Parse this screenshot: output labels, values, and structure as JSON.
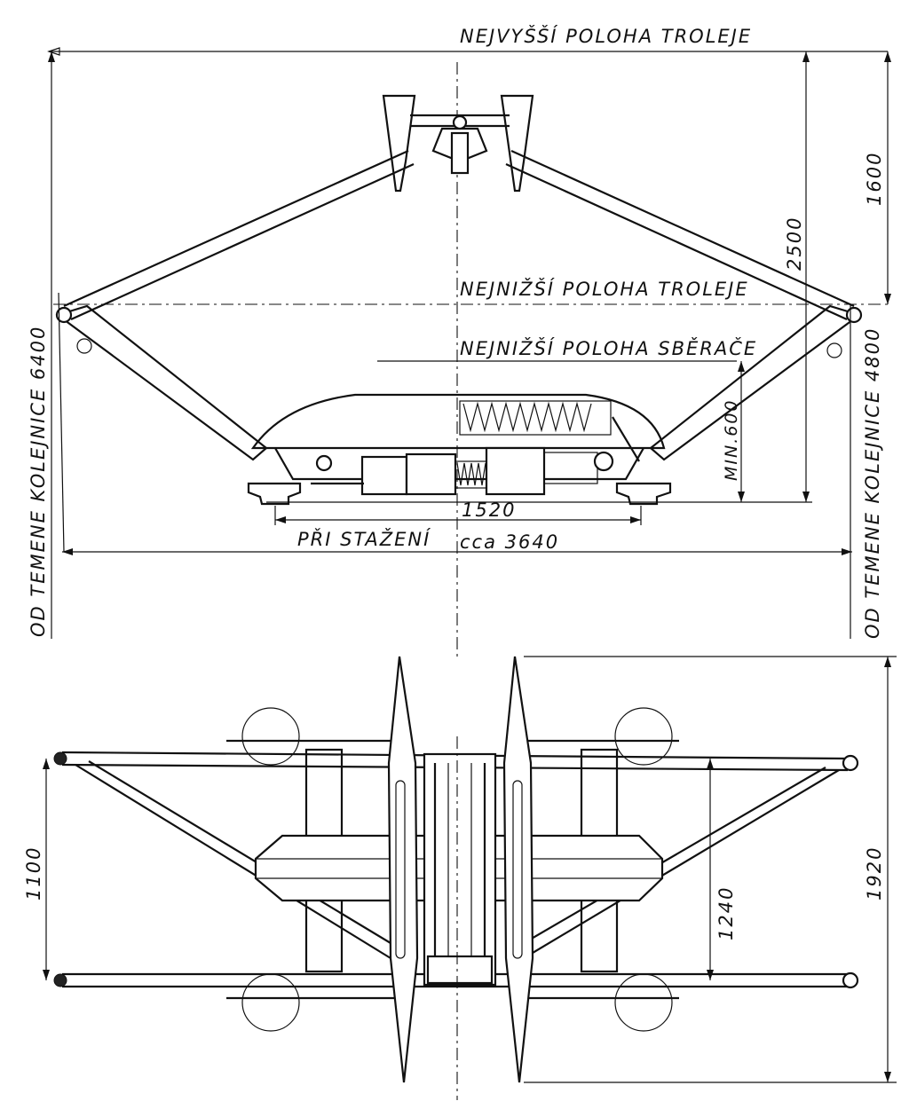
{
  "labels": {
    "highest_wire": "NEJVYŠŠÍ POLOHA TROLEJE",
    "lowest_wire": "NEJNIŽŠÍ POLOHA TROLEJE",
    "lowest_collector": "NEJNIŽŠÍ POLOHA SBĚRAČE",
    "retracted": "PŘI STAŽENÍ",
    "rail_left": "OD TEMENE KOLEJNICE 6400",
    "rail_right": "OD TEMENE KOLEJNICE 4800"
  },
  "dimensions": {
    "d1600": "1600",
    "d2500": "2500",
    "dmin600": "MIN.600",
    "d1520": "1520",
    "d3640": "cca 3640",
    "d1100": "1100",
    "d1240": "1240",
    "d1920": "1920"
  }
}
